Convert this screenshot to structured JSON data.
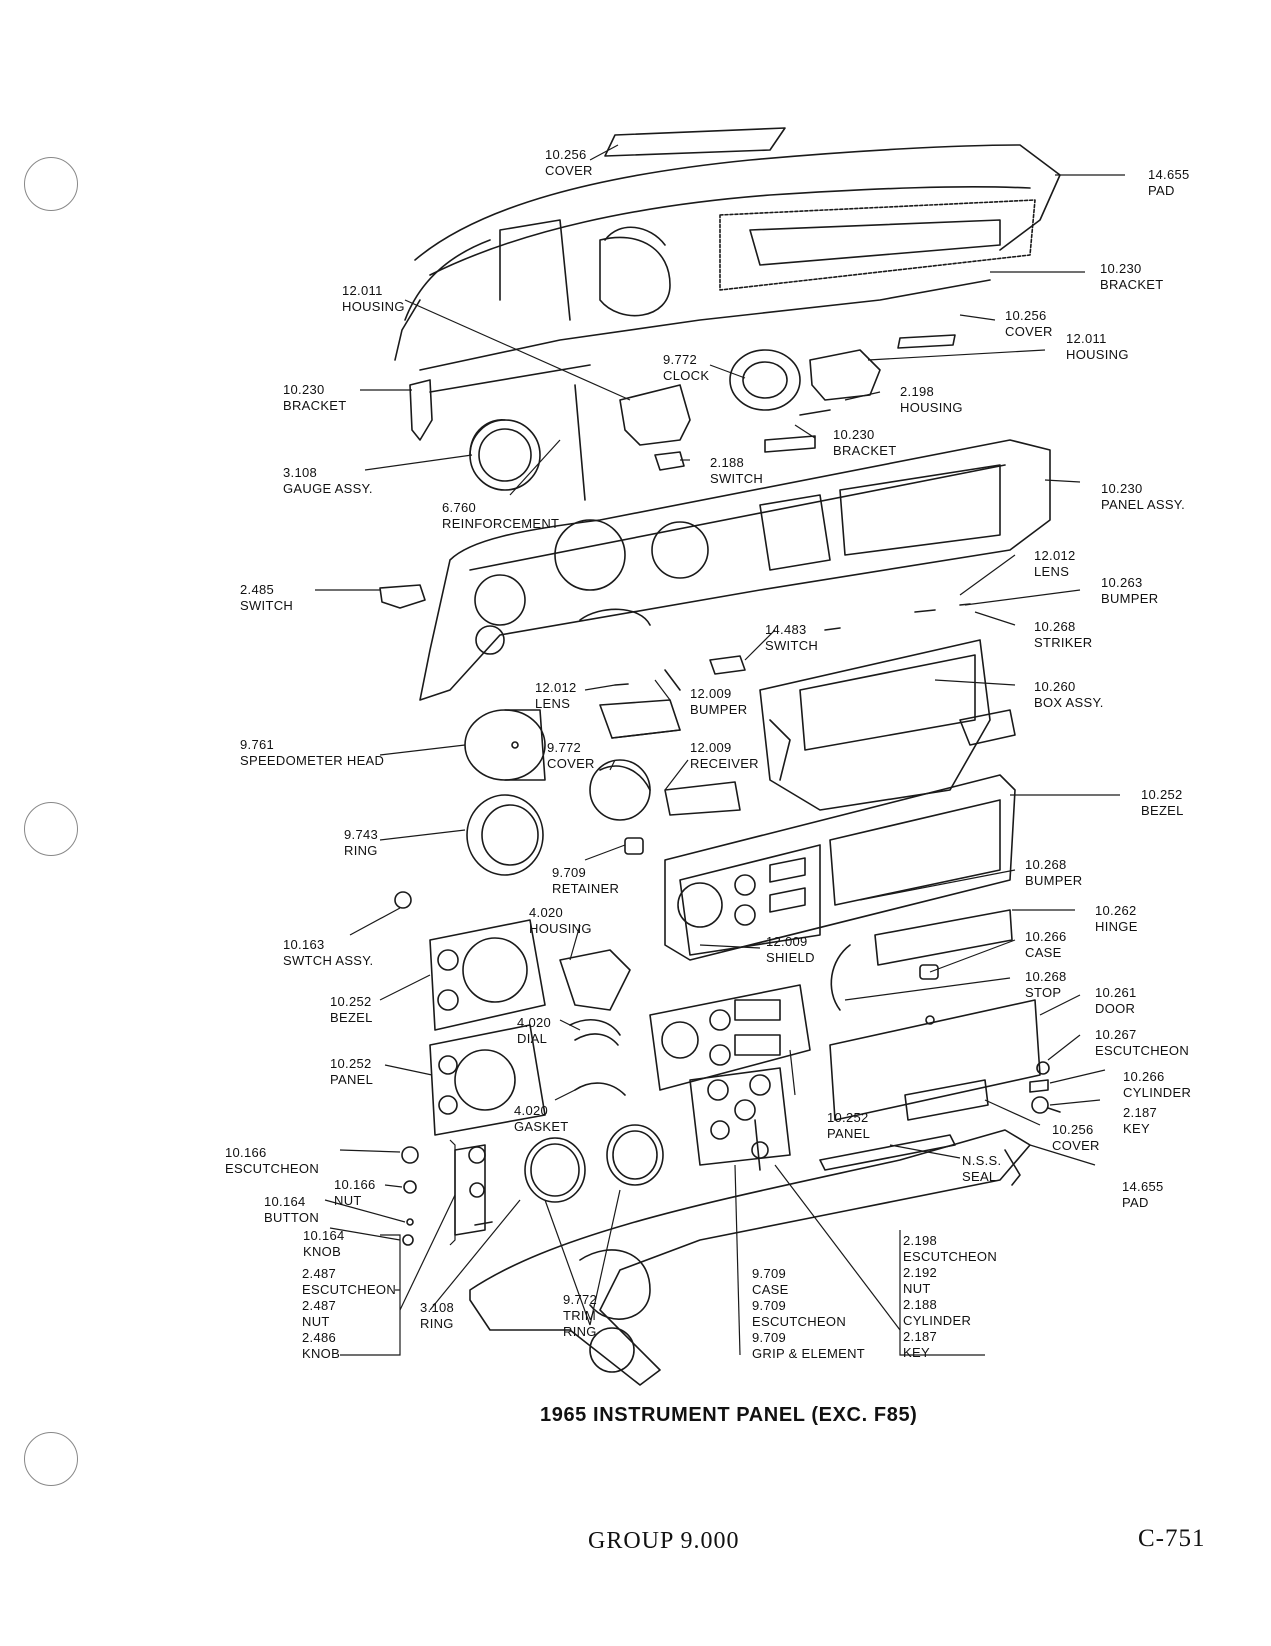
{
  "title": "1965 INSTRUMENT PANEL (EXC. F85)",
  "footer": {
    "group": "GROUP 9.000",
    "page": "C-751"
  },
  "callouts": [
    {
      "num": "10.256",
      "name": "COVER"
    },
    {
      "num": "14.655",
      "name": "PAD"
    },
    {
      "num": "10.230",
      "name": "BRACKET"
    },
    {
      "num": "12.011",
      "name": "HOUSING"
    },
    {
      "num": "10.256",
      "name": "COVER"
    },
    {
      "num": "12.011",
      "name": "HOUSING"
    },
    {
      "num": "9.772",
      "name": "CLOCK"
    },
    {
      "num": "10.230",
      "name": "BRACKET"
    },
    {
      "num": "2.198",
      "name": "HOUSING"
    },
    {
      "num": "10.230",
      "name": "BRACKET"
    },
    {
      "num": "3.108",
      "name": "GAUGE ASSY."
    },
    {
      "num": "2.188",
      "name": "SWITCH"
    },
    {
      "num": "10.230",
      "name": "PANEL ASSY."
    },
    {
      "num": "6.760",
      "name": "REINFORCEMENT"
    },
    {
      "num": "12.012",
      "name": "LENS"
    },
    {
      "num": "10.263",
      "name": "BUMPER"
    },
    {
      "num": "2.485",
      "name": "SWITCH"
    },
    {
      "num": "10.268",
      "name": "STRIKER"
    },
    {
      "num": "14.483",
      "name": "SWITCH"
    },
    {
      "num": "12.012",
      "name": "LENS"
    },
    {
      "num": "12.009",
      "name": "BUMPER"
    },
    {
      "num": "10.260",
      "name": "BOX ASSY."
    },
    {
      "num": "9.761",
      "name": "SPEEDOMETER HEAD"
    },
    {
      "num": "9.772",
      "name": "COVER"
    },
    {
      "num": "12.009",
      "name": "RECEIVER"
    },
    {
      "num": "10.252",
      "name": "BEZEL"
    },
    {
      "num": "9.743",
      "name": "RING"
    },
    {
      "num": "9.709",
      "name": "RETAINER"
    },
    {
      "num": "10.268",
      "name": "BUMPER"
    },
    {
      "num": "4.020",
      "name": "HOUSING"
    },
    {
      "num": "10.262",
      "name": "HINGE"
    },
    {
      "num": "10.163",
      "name": "SWTCH ASSY."
    },
    {
      "num": "12.009",
      "name": "SHIELD"
    },
    {
      "num": "10.266",
      "name": "CASE"
    },
    {
      "num": "10.268",
      "name": "STOP"
    },
    {
      "num": "10.252",
      "name": "BEZEL"
    },
    {
      "num": "10.261",
      "name": "DOOR"
    },
    {
      "num": "4.020",
      "name": "DIAL"
    },
    {
      "num": "10.267",
      "name": "ESCUTCHEON"
    },
    {
      "num": "10.252",
      "name": "PANEL"
    },
    {
      "num": "10.266",
      "name": "CYLINDER"
    },
    {
      "num": "2.187",
      "name": "KEY"
    },
    {
      "num": "4.020",
      "name": "GASKET"
    },
    {
      "num": "10.252",
      "name": "PANEL"
    },
    {
      "num": "10.256",
      "name": "COVER"
    },
    {
      "num": "10.166",
      "name": "ESCUTCHEON"
    },
    {
      "num": "10.166",
      "name": "NUT"
    },
    {
      "num": "N.S.S.",
      "name": "SEAL"
    },
    {
      "num": "14.655",
      "name": "PAD"
    },
    {
      "num": "10.164",
      "name": "BUTTON"
    },
    {
      "num": "10.164",
      "name": "KNOB"
    },
    {
      "num": "3.108",
      "name": "RING"
    },
    {
      "num": "9.772",
      "name": "TRIM"
    },
    {
      "num": "",
      "name": "RING"
    }
  ],
  "groups": {
    "knob_group": [
      "2.487",
      "ESCUTCHEON",
      "2.487",
      "NUT",
      "2.486",
      "KNOB"
    ],
    "lighter_group": [
      "9.709",
      "CASE",
      "9.709",
      "ESCUTCHEON",
      "9.709",
      "GRIP & ELEMENT"
    ],
    "ignition_group": [
      "2.198",
      "ESCUTCHEON",
      "2.192",
      "NUT",
      "2.188",
      "CYLINDER",
      "2.187",
      "KEY"
    ]
  }
}
